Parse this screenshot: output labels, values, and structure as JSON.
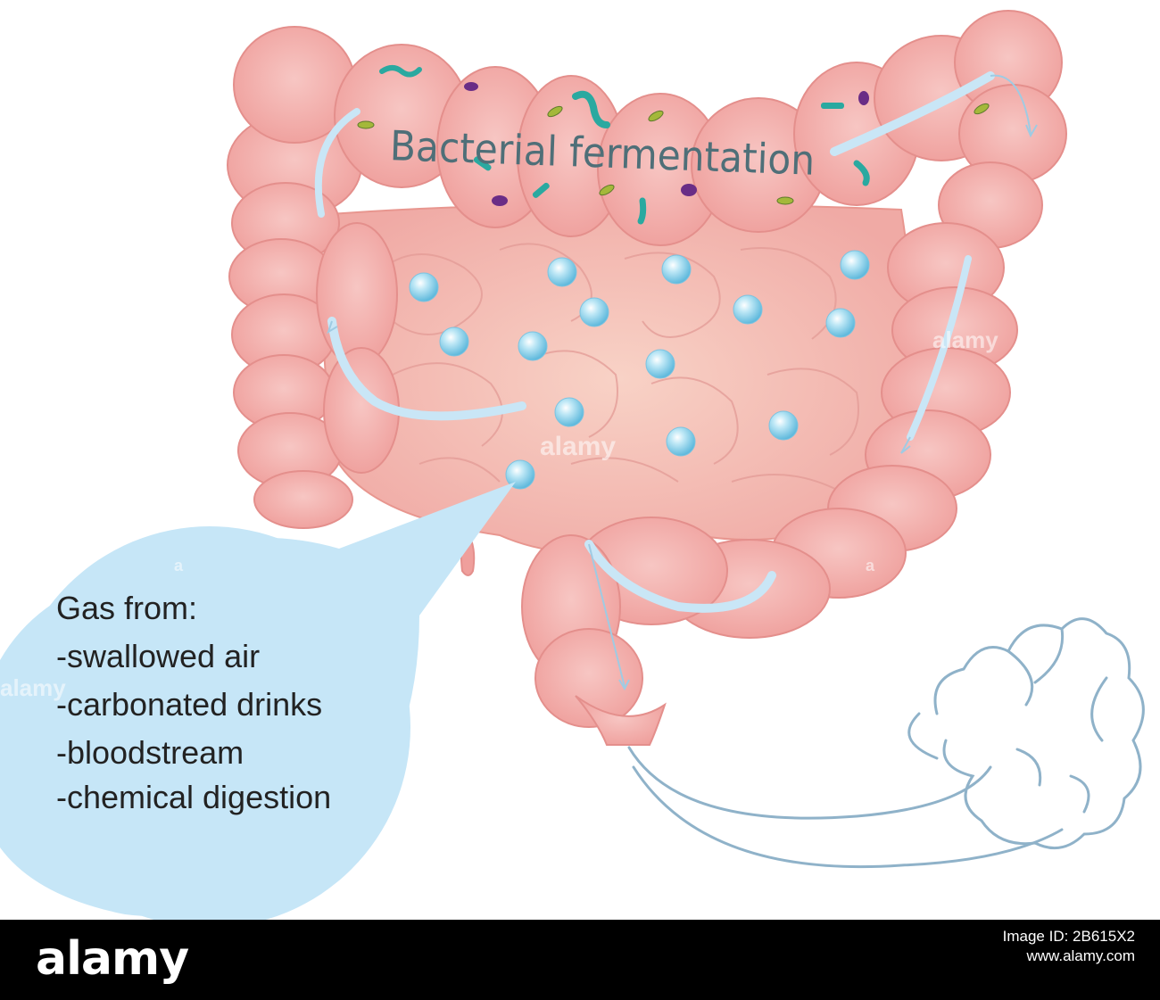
{
  "diagram": {
    "title": "Bacterial fermentation",
    "bubble": {
      "lines": [
        "Gas from:",
        "-swallowed air",
        "-carbonated drinks",
        "-bloodstream",
        "-chemical digestion"
      ]
    },
    "colors": {
      "intestine": "#f2a9a6",
      "intestine_outline": "#e48f8c",
      "intestine_inner": "#f5c1b7",
      "arrow": "#c9e6f6",
      "bubble": "#c6e6f7",
      "gas_drop": "#88d0ea",
      "gas_cloud": "#8fb2c9",
      "title_text": "#4f6f78"
    }
  },
  "watermark": {
    "text": "alamy",
    "small": "a"
  },
  "footer": {
    "logo": "alamy",
    "image_id_label": "Image ID: 2B615X2",
    "url": "www.alamy.com"
  }
}
